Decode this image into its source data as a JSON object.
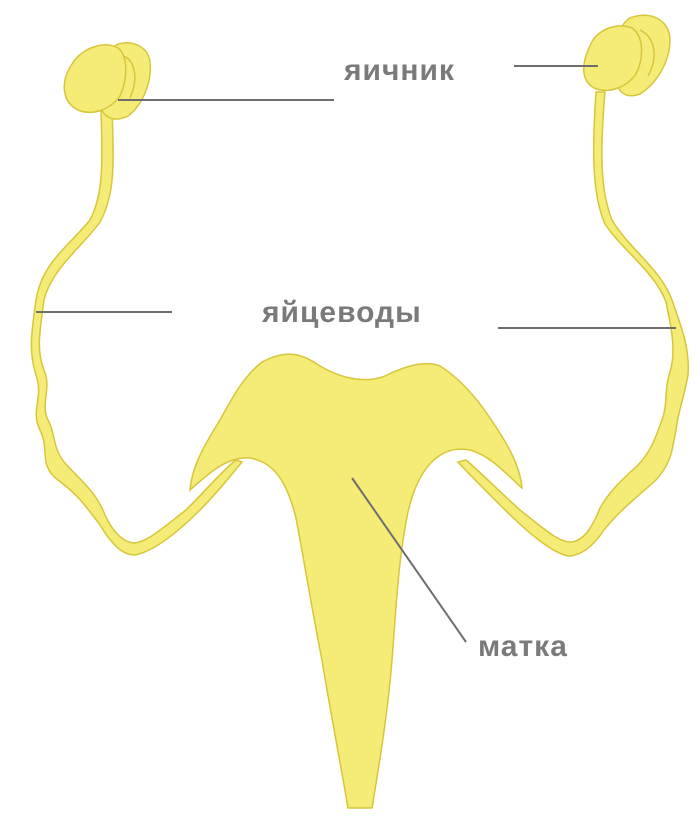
{
  "labels": {
    "ovary": "яичник",
    "oviducts": "яйцеводы",
    "uterus": "матка"
  },
  "colors": {
    "organ_fill": "#F5EB77",
    "organ_stroke": "#D6C63A",
    "leader_line": "#6E6E6E",
    "label_text": "#7A7A7A",
    "background": "#FFFFFF"
  }
}
